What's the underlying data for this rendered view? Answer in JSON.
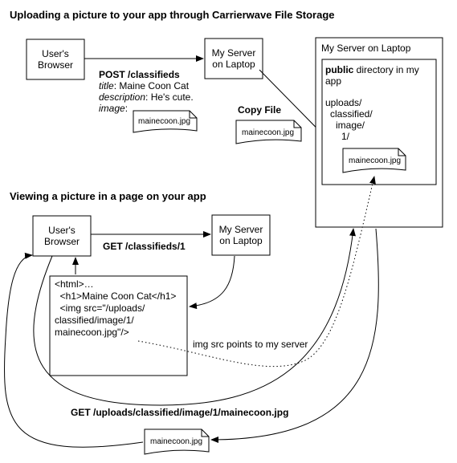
{
  "headings": {
    "upload": "Uploading a picture to your app through Carrierwave File Storage",
    "view": "Viewing a picture in a page on your app"
  },
  "upload": {
    "browser": [
      "User's",
      "Browser"
    ],
    "server": [
      "My Server",
      "on Laptop"
    ],
    "post": {
      "path": "POST /classifieds",
      "title_key": "title",
      "title_value": ": Maine Coon Cat",
      "description_key": "description",
      "description_value": ": He's cute.",
      "image_key": "image",
      "image_colon": ":",
      "file": "mainecoon.jpg"
    },
    "copy_label": "Copy File",
    "copy_file": "mainecoon.jpg"
  },
  "server_panel": {
    "title": "My Server on Laptop",
    "public_bold": "public",
    "public_rest": " directory in my",
    "app": "app",
    "path": [
      "uploads/",
      "classified/",
      "image/",
      "1/"
    ],
    "file": "mainecoon.jpg"
  },
  "view": {
    "browser": [
      "User's",
      "Browser"
    ],
    "server": [
      "My Server",
      "on Laptop"
    ],
    "get": "GET /classifieds/1",
    "html_lines": [
      "<html>…",
      "  <h1>Maine Coon Cat</h1>",
      "  <img src=\"/uploads/",
      "classified/image/1/",
      "mainecoon.jpg\"/>"
    ],
    "img_note": "img src points to my server",
    "get_image": "GET /uploads/classified/image/1/mainecoon.jpg",
    "returned_file": "mainecoon.jpg"
  }
}
